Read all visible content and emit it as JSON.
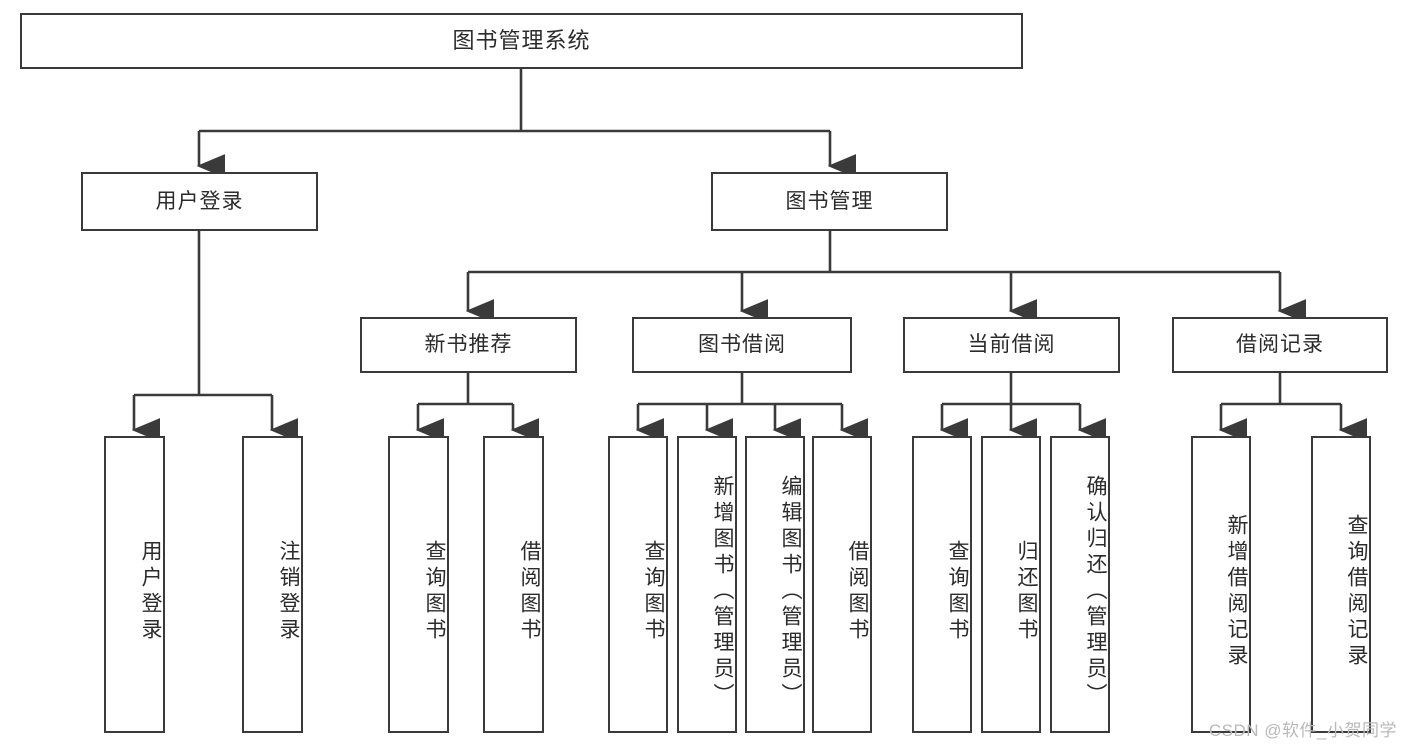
{
  "diagram": {
    "title": "图书管理系统",
    "type": "tree-hierarchy",
    "colors": {
      "box_border": "#3a3a3a",
      "box_fill": "#ffffff",
      "connector": "#3a3a3a",
      "text": "#2b2b2b",
      "watermark": "#b9b9b9",
      "background": "#ffffff"
    }
  },
  "root": {
    "label": "图书管理系统"
  },
  "level2": [
    {
      "label": "用户登录"
    },
    {
      "label": "图书管理"
    }
  ],
  "level3": [
    {
      "label": "新书推荐"
    },
    {
      "label": "图书借阅"
    },
    {
      "label": "当前借阅"
    },
    {
      "label": "借阅记录"
    }
  ],
  "leaves": {
    "user_login": [
      {
        "label": "用户登录"
      },
      {
        "label": "注销登录"
      }
    ],
    "new_book_recommend": [
      {
        "label": "查询图书"
      },
      {
        "label": "借阅图书"
      }
    ],
    "book_borrow": [
      {
        "label": "查询图书"
      },
      {
        "label": "新增图书（管理员）"
      },
      {
        "label": "编辑图书（管理员）"
      },
      {
        "label": "借阅图书"
      }
    ],
    "current_borrow": [
      {
        "label": "查询图书"
      },
      {
        "label": "归还图书"
      },
      {
        "label": "确认归还（管理员）"
      }
    ],
    "borrow_record": [
      {
        "label": "新增借阅记录"
      },
      {
        "label": "查询借阅记录"
      }
    ]
  },
  "watermark": {
    "text": "CSDN @软件_小贺同学"
  }
}
